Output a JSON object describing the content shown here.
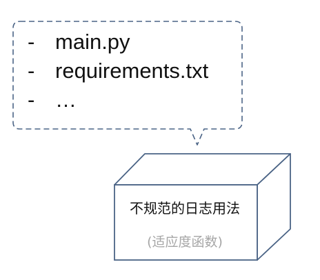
{
  "callout": {
    "items": [
      {
        "bullet": "-",
        "text": "main.py"
      },
      {
        "bullet": "-",
        "text": "requirements.txt"
      },
      {
        "bullet": "-",
        "text": "…"
      }
    ]
  },
  "box": {
    "title": "不规范的日志用法",
    "subtitle": "(适应度函数)"
  },
  "colors": {
    "stroke": "#4a6385",
    "face": "#ffffff",
    "subtitle_text": "#a6a6a6"
  }
}
